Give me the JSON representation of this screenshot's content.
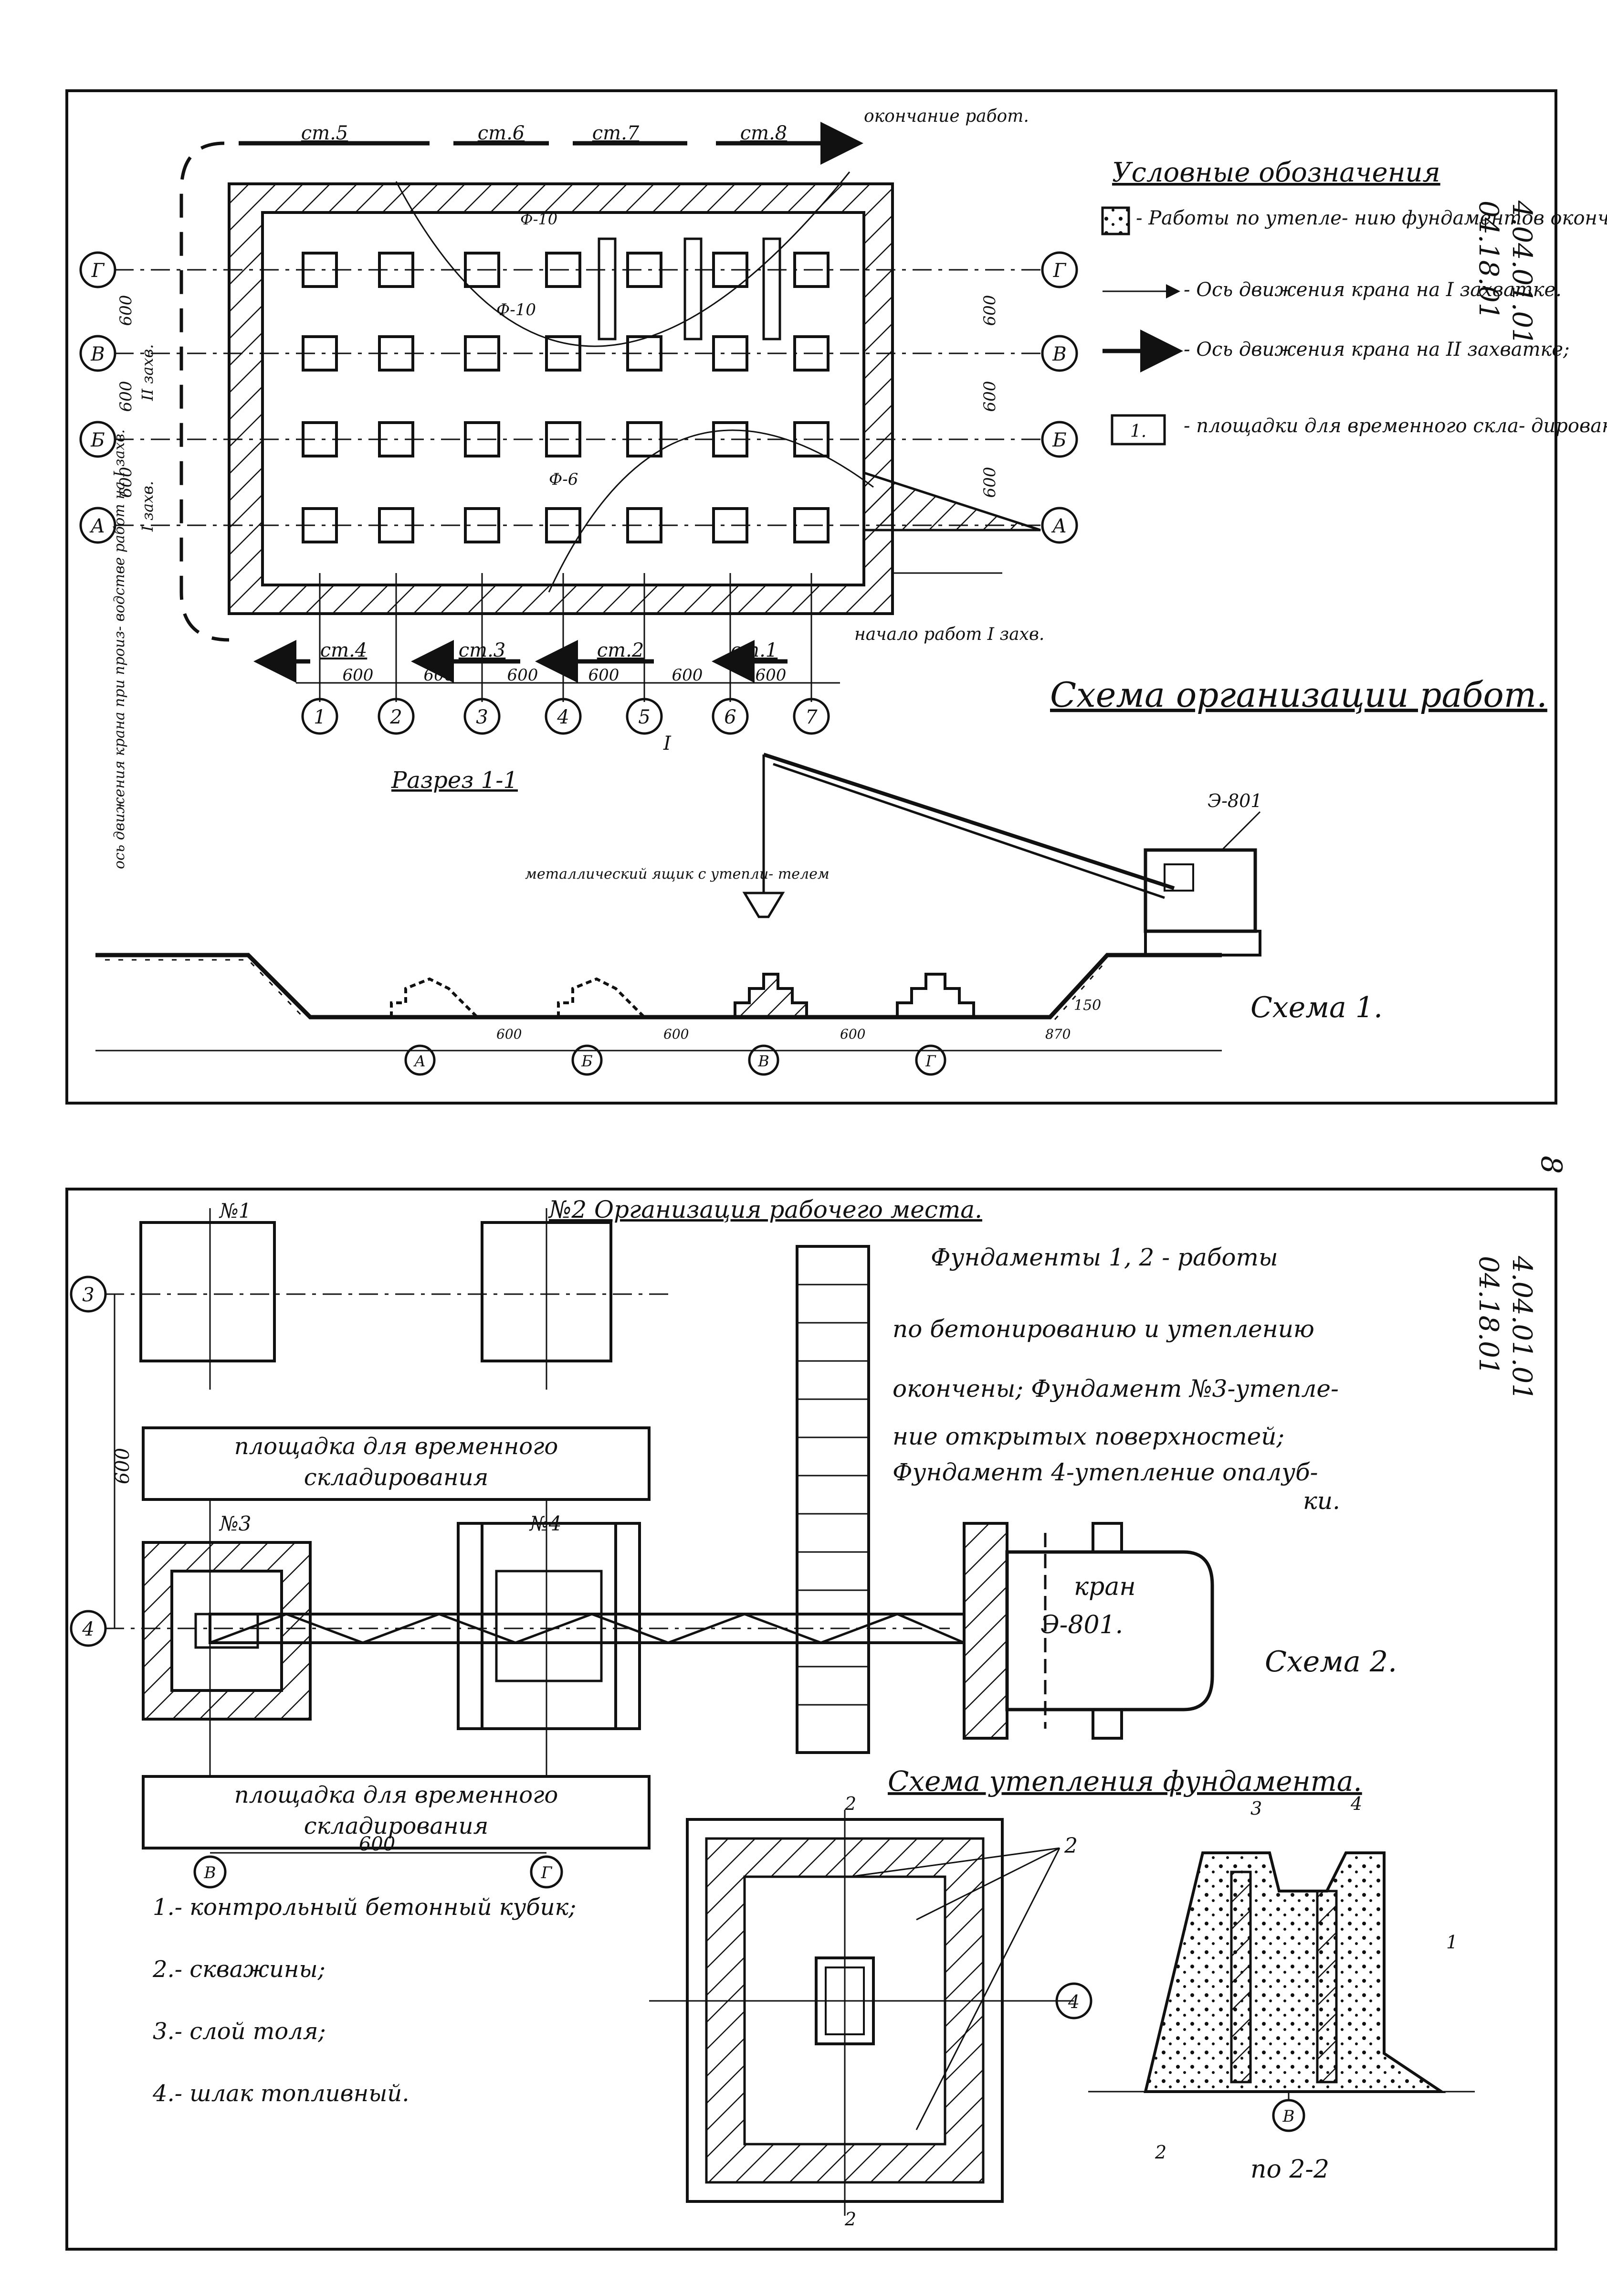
{
  "top_panel": {
    "legend": {
      "title": "Условные обозначения",
      "items": [
        "- Работы по утепле- нию фундаментов окончены.",
        "- Ось движения крана на I захватке.",
        "- Ось движения крана на II захватке;",
        "- площадки для временного скла- дирования."
      ],
      "box_label": "1."
    },
    "doc_code": [
      "4.04.01.01",
      "04.18.01"
    ],
    "stage_labels_top": [
      "ст.5",
      "ст.6",
      "ст.7",
      "ст.8"
    ],
    "end_label": "окончание работ.",
    "stage_labels_bottom": [
      "ст.4",
      "ст.3",
      "ст.2",
      "ст.1"
    ],
    "start_label": "начало работ I захв.",
    "row_axes": [
      "Г",
      "В",
      "Б",
      "А"
    ],
    "col_axes": [
      "1",
      "2",
      "3",
      "4",
      "5",
      "6",
      "7"
    ],
    "spacing": "600",
    "left_side_labels": [
      "II захв.",
      "I захв."
    ],
    "radius_labels": [
      "Ф-10",
      "Ф-10",
      "Ф-6"
    ],
    "scheme_title": "Схема организации работ.",
    "section_title": "Разрез 1-1",
    "section_marker": "I",
    "crane_model": "Э-801",
    "box_note": "металлический ящик с утепли- телем",
    "crane_axis_note": "ось движения крана при произ- водстве работ на I захв.",
    "dims": [
      "150",
      "600",
      "600",
      "600",
      "870"
    ],
    "section_axes": [
      "А",
      "Б",
      "В",
      "Г"
    ],
    "scheme_label": "Схема 1."
  },
  "page_number": "8",
  "bottom_panel": {
    "found1": "№1",
    "found2_title": "№2 Организация рабочего места.",
    "axis3": "3",
    "axis4": "4",
    "dim_vertical": "600",
    "notes": [
      "Фундаменты 1, 2 - работы",
      "по бетонированию и утеплению",
      "окончены; Фундамент №3-утепле-",
      "ние открытых поверхностей;",
      "Фундамент 4-утепление опалуб-",
      "ки."
    ],
    "doc_code": [
      "4.04.01.01",
      "04.18.01"
    ],
    "storage1": [
      "площадка для временного",
      "складирования"
    ],
    "storage2": [
      "площадка для временного",
      "складирования"
    ],
    "found3": "№3",
    "found4": "№4",
    "crane": [
      "кран",
      "Э-801."
    ],
    "scheme_label": "Схема 2.",
    "insulation_title": "Схема утепления фундамента.",
    "dim_bottom": "600",
    "bottom_axes": [
      "В",
      "Г"
    ],
    "legend": [
      "1.- контрольный бетонный кубик;",
      "2.- скважины;",
      "3.- слой толя;",
      "4.- шлак топливный."
    ],
    "section_marks": [
      "2",
      "2"
    ],
    "callouts": [
      "2",
      "4",
      "1",
      "3",
      "4",
      "2"
    ],
    "section_axis": "В",
    "section_caption": "по 2-2"
  }
}
